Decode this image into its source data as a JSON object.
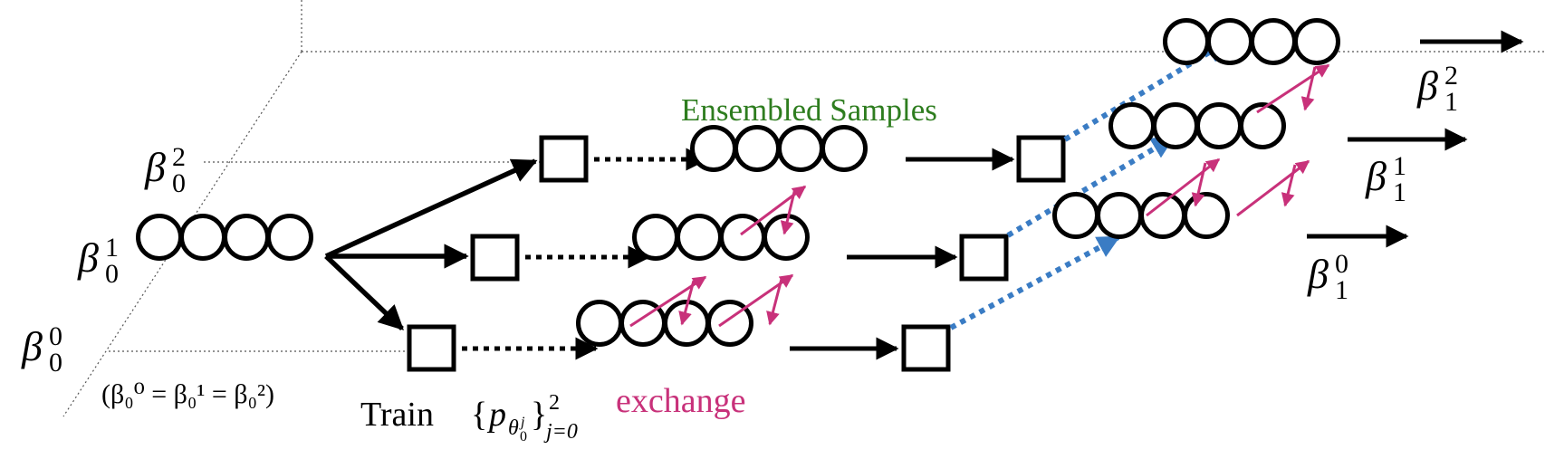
{
  "colors": {
    "ink": "#000000",
    "guide": "#555555",
    "exchange": "#c8317a",
    "transfer": "#3a7cc4",
    "ensemble_label": "#2e7d1f"
  },
  "labels": {
    "ensembled_samples": "Ensembled Samples",
    "exchange": "exchange",
    "train_prefix": "Train",
    "train_set_var": "p",
    "train_set_sub_theta": "θ",
    "train_set_sub_zero": "0",
    "train_set_sub_j": "j",
    "train_set_range_low": "j=0",
    "train_set_range_high": "2",
    "equality_text": "(β₀⁰ = β₀¹ = β₀²)"
  },
  "betas": {
    "symbol": "β",
    "b0_0": {
      "sub": "0",
      "sup": "0"
    },
    "b0_1": {
      "sub": "0",
      "sup": "1"
    },
    "b0_2": {
      "sub": "0",
      "sup": "2"
    },
    "b1_0": {
      "sub": "1",
      "sup": "0"
    },
    "b1_1": {
      "sub": "1",
      "sup": "1"
    },
    "b1_2": {
      "sub": "1",
      "sup": "2"
    }
  },
  "counts": {
    "samples_per_chain": 4,
    "chains": 3
  }
}
